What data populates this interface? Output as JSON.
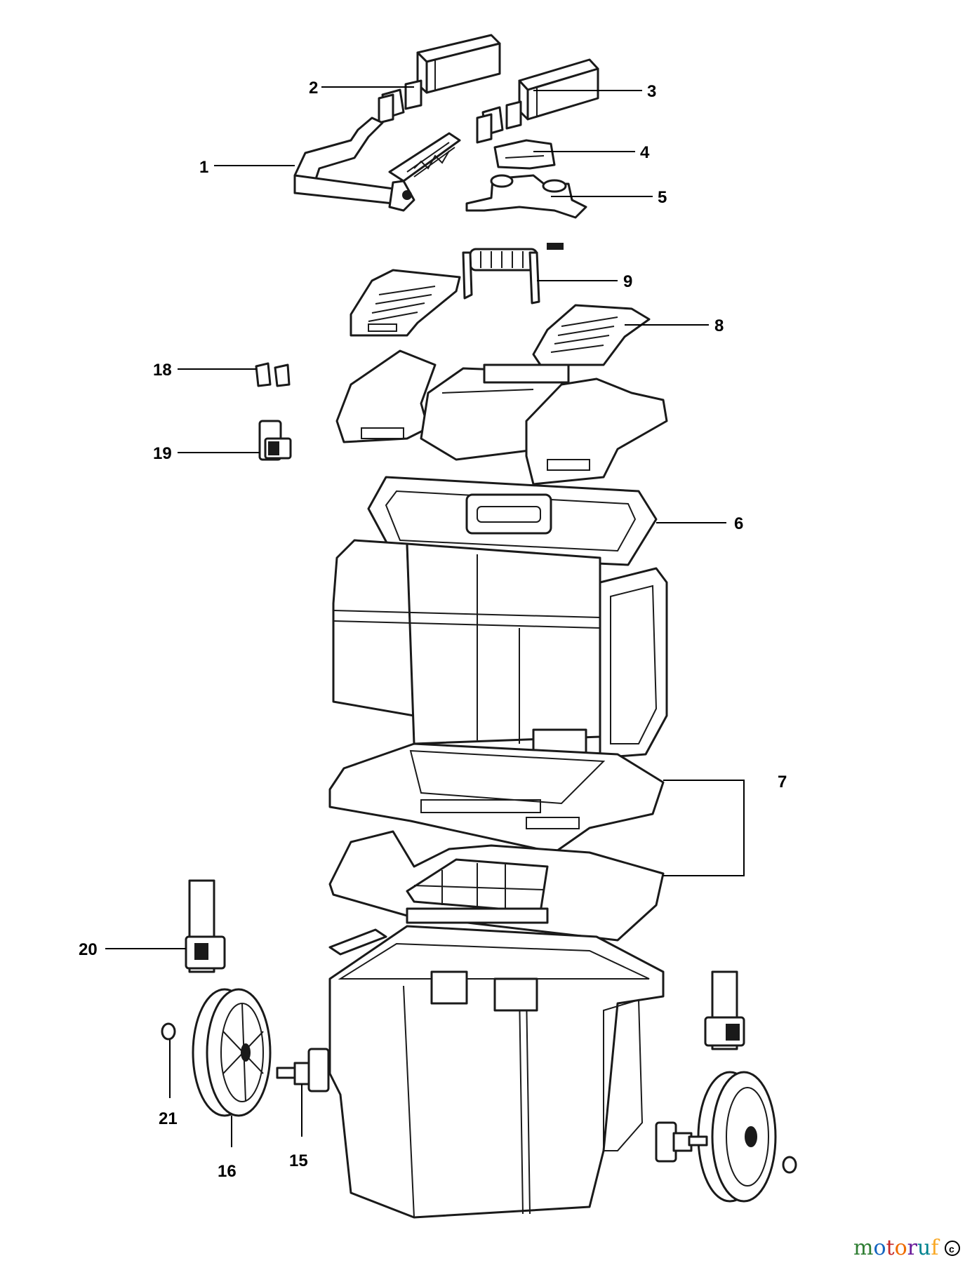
{
  "callouts": [
    "1",
    "2",
    "3",
    "4",
    "5",
    "6",
    "7",
    "8",
    "9",
    "15",
    "16",
    "18",
    "19",
    "20",
    "21"
  ],
  "watermark": {
    "letters": [
      "m",
      "o",
      "t",
      "o",
      "r",
      "u",
      "f"
    ],
    "colors": [
      "#2e7d32",
      "#1565c0",
      "#c62828",
      "#ef6c00",
      "#6a1b9a",
      "#00838f",
      "#f9a825"
    ],
    "badge": "c",
    "badge_color": "#000000"
  },
  "colors": {
    "line": "#1a1a1a",
    "background": "#ffffff"
  }
}
